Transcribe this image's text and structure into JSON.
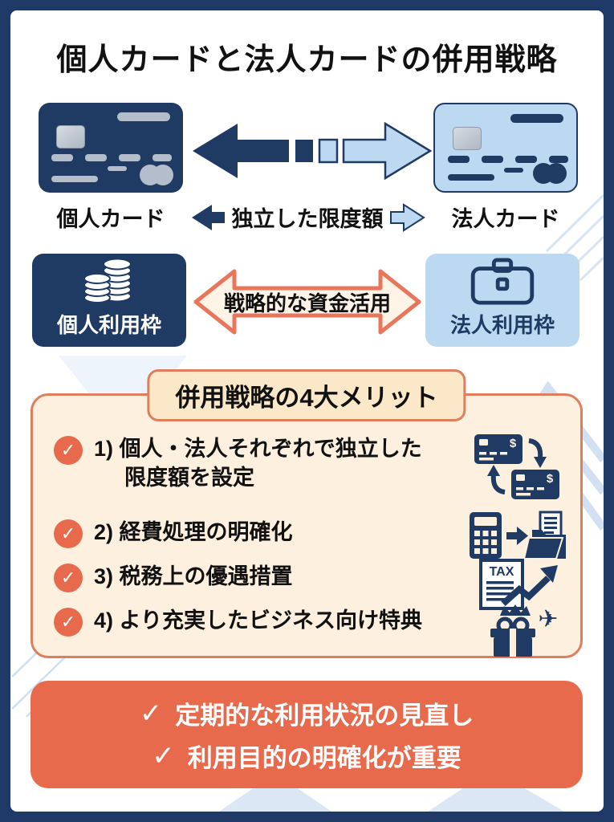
{
  "page": {
    "title": "個人カードと法人カードの併用戦略"
  },
  "cards_row": {
    "personal_card_label": "個人カード",
    "corporate_card_label": "法人カード"
  },
  "limits_row": {
    "label": "独立した限度額"
  },
  "allocation_row": {
    "personal_box_label": "個人利用枠",
    "corporate_box_label": "法人利用枠",
    "arrow_label": "戦略的な資金活用"
  },
  "merits": {
    "heading": "併用戦略の4大メリット",
    "items": [
      {
        "line1": "1) 個人・法人それぞれで独立した",
        "line2": "限度額を設定"
      },
      {
        "line1": "2) 経費処理の明確化"
      },
      {
        "line1": "3) 税務上の優遇措置"
      },
      {
        "line1": "4) より充実したビジネス向け特典"
      }
    ],
    "icon_names": [
      "card-transfer-icon",
      "calculator-to-folder-icon",
      "tax-growth-icon",
      "gift-travel-icon"
    ],
    "tax_label": "TAX"
  },
  "summary": {
    "items": [
      "定期的な利用状況の見直し",
      "利用目的の明確化が重要"
    ]
  },
  "glyphs": {
    "check": "✓",
    "dollar": "$",
    "plane": "✈"
  },
  "colors": {
    "frame_navy": "#203a68",
    "icon_navy": "#1f3a63",
    "light_blue": "#bdd8f1",
    "cream": "#fdf0df",
    "orange_border": "#df7e5c",
    "orange_fill": "#e76a4d"
  }
}
